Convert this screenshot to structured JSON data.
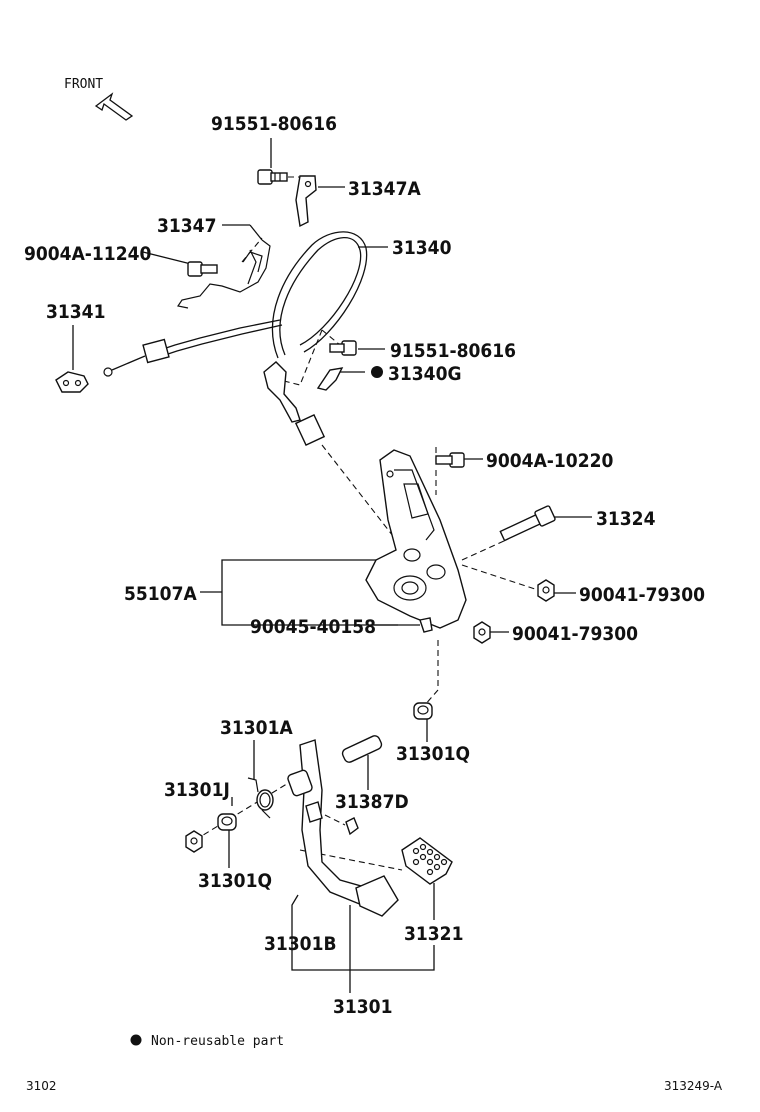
{
  "front_label": "FRONT",
  "labels": {
    "p91551_top": "91551-80616",
    "p31347A": "31347A",
    "p31347": "31347",
    "p31340": "31340",
    "p9004A_11240": "9004A-11240",
    "p31341": "31341",
    "p91551_mid": "91551-80616",
    "p31340G": "31340G",
    "p9004A_10220": "9004A-10220",
    "p31324": "31324",
    "p55107A": "55107A",
    "p90041_a": "90041-79300",
    "p90045": "90045-40158",
    "p90041_b": "90041-79300",
    "p31301A": "31301A",
    "p31301Q_r": "31301Q",
    "p31301J": "31301J",
    "p31387D": "31387D",
    "p31301Q_l": "31301Q",
    "p31321": "31321",
    "p31301B": "31301B",
    "p31301": "31301"
  },
  "legend": {
    "text": "Non-reusable part"
  },
  "footer": {
    "left": "3102",
    "right": "313249-A"
  }
}
